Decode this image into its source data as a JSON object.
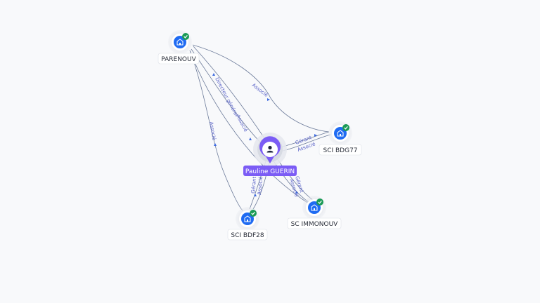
{
  "graph": {
    "nodes": {
      "parenouv": {
        "label": "PARENOUV",
        "type": "company",
        "icon": "building-icon",
        "verified": true
      },
      "sci_bdg77": {
        "label": "SCI BDG77",
        "type": "company",
        "icon": "building-icon",
        "verified": true
      },
      "sci_bdf28": {
        "label": "SCI BDF28",
        "type": "company",
        "icon": "building-icon",
        "verified": true
      },
      "sc_immonouv": {
        "label": "SC IMMONOUV",
        "type": "company",
        "icon": "building-icon",
        "verified": true
      },
      "pauline": {
        "label": "Pauline GUERIN",
        "type": "person",
        "icon": "person-icon"
      }
    },
    "edges": {
      "parenouv_bdg77": {
        "label": "Associé"
      },
      "parenouv_bdf28": {
        "label": "Associé"
      },
      "parenouv_pauline_dg": {
        "label": "Directeur général"
      },
      "parenouv_pauline_assoc": {
        "label": "Associé"
      },
      "pauline_bdg77_gerant": {
        "label": "Gérant"
      },
      "pauline_bdg77_assoc": {
        "label": "Associé"
      },
      "pauline_bdf28_gerant": {
        "label": "Gérant"
      },
      "pauline_bdf28_assoc": {
        "label": "Associé"
      },
      "pauline_immonouv_gerant": {
        "label": "Gérant"
      },
      "pauline_immonouv_assoc": {
        "label": "Associé"
      }
    }
  },
  "colors": {
    "background": "#f8f9fb",
    "company_icon": "#1f6bf2",
    "verified_badge": "#1a9a55",
    "person_accent": "#7b5cf5",
    "edge": "#6b7a99",
    "edge_label": "#5a63c8"
  }
}
